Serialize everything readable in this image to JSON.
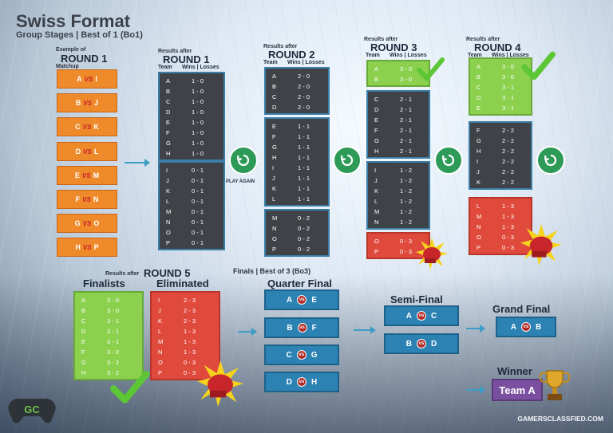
{
  "header": {
    "title": "Swiss Format",
    "subtitle": "Group Stages | Best of 1 (Bo1)"
  },
  "icons": {
    "vs": "vs-badge",
    "play_again": "refresh-arrow-icon",
    "check": "green-checkmark-icon",
    "glove": "boxing-glove-icon",
    "trophy": "trophy-icon",
    "logo": "gamepad-logo-icon"
  },
  "colors": {
    "match": "#ef8a2b",
    "panel": "#3f4348",
    "advanced": "#8bd14e",
    "eliminated": "#e04a3c",
    "finals": "#2b82b3",
    "winner": "#7a4fa0",
    "arrow": "#3d9cc4",
    "again": "#2e9a57"
  },
  "round1_example": {
    "caption": "Example of",
    "title": "ROUND 1",
    "label": "Matchup",
    "vs_text": "VS",
    "matches": [
      {
        "a": "A",
        "b": "I"
      },
      {
        "a": "B",
        "b": "J"
      },
      {
        "a": "C",
        "b": "K"
      },
      {
        "a": "D",
        "b": "L"
      },
      {
        "a": "E",
        "b": "M"
      },
      {
        "a": "F",
        "b": "N"
      },
      {
        "a": "G",
        "b": "O"
      },
      {
        "a": "H",
        "b": "P"
      }
    ]
  },
  "common": {
    "results_after": "Results after",
    "team": "Team",
    "wins_losses": "Wins | Losses",
    "play_again": "PLAY AGAIN"
  },
  "round1": {
    "title": "ROUND 1",
    "groups": [
      {
        "rows": [
          [
            "A",
            "1 - 0"
          ],
          [
            "B",
            "1 - 0"
          ],
          [
            "C",
            "1 - 0"
          ],
          [
            "D",
            "1 - 0"
          ],
          [
            "E",
            "1 - 0"
          ],
          [
            "F",
            "1 - 0"
          ],
          [
            "G",
            "1 - 0"
          ],
          [
            "H",
            "1 - 0"
          ]
        ]
      },
      {
        "rows": [
          [
            "I",
            "0 - 1"
          ],
          [
            "J",
            "0 - 1"
          ],
          [
            "K",
            "0 - 1"
          ],
          [
            "L",
            "0 - 1"
          ],
          [
            "M",
            "0 - 1"
          ],
          [
            "N",
            "0 - 1"
          ],
          [
            "O",
            "0 - 1"
          ],
          [
            "P",
            "0 - 1"
          ]
        ]
      }
    ]
  },
  "round2": {
    "title": "ROUND 2",
    "groups": [
      {
        "rows": [
          [
            "A",
            "2 - 0"
          ],
          [
            "B",
            "2 - 0"
          ],
          [
            "C",
            "2 - 0"
          ],
          [
            "D",
            "2 - 0"
          ]
        ]
      },
      {
        "rows": [
          [
            "E",
            "1 - 1"
          ],
          [
            "F",
            "1 - 1"
          ],
          [
            "G",
            "1 - 1"
          ],
          [
            "H",
            "1 - 1"
          ],
          [
            "I",
            "1 - 1"
          ],
          [
            "J",
            "1 - 1"
          ],
          [
            "K",
            "1 - 1"
          ],
          [
            "L",
            "1 - 1"
          ]
        ]
      },
      {
        "rows": [
          [
            "M",
            "0 - 2"
          ],
          [
            "N",
            "0 - 2"
          ],
          [
            "O",
            "0 - 2"
          ],
          [
            "P",
            "0 - 2"
          ]
        ]
      }
    ]
  },
  "round3": {
    "title": "ROUND 3",
    "groups": [
      {
        "status": "advanced",
        "rows": [
          [
            "A",
            "3 - 0"
          ],
          [
            "B",
            "3 - 0"
          ]
        ]
      },
      {
        "rows": [
          [
            "C",
            "2 - 1"
          ],
          [
            "D",
            "2 - 1"
          ],
          [
            "E",
            "2 - 1"
          ],
          [
            "F",
            "2 - 1"
          ],
          [
            "G",
            "2 - 1"
          ],
          [
            "H",
            "2 - 1"
          ]
        ]
      },
      {
        "rows": [
          [
            "I",
            "1 - 2"
          ],
          [
            "J",
            "1 - 2"
          ],
          [
            "K",
            "1 - 2"
          ],
          [
            "L",
            "1 - 2"
          ],
          [
            "M",
            "1 - 2"
          ],
          [
            "N",
            "1 - 2"
          ]
        ]
      },
      {
        "status": "eliminated",
        "rows": [
          [
            "O",
            "0 - 3"
          ],
          [
            "P",
            "0 - 3"
          ]
        ]
      }
    ]
  },
  "round4": {
    "title": "ROUND 4",
    "groups": [
      {
        "status": "advanced",
        "rows": [
          [
            "A",
            "3 - 0"
          ],
          [
            "B",
            "3 - 0"
          ],
          [
            "C",
            "3 - 1"
          ],
          [
            "D",
            "3 - 1"
          ],
          [
            "E",
            "3 - 1"
          ]
        ]
      },
      {
        "rows": [
          [
            "F",
            "2 - 2"
          ],
          [
            "G",
            "2 - 2"
          ],
          [
            "H",
            "2 - 2"
          ],
          [
            "I",
            "2 - 2"
          ],
          [
            "J",
            "2 - 2"
          ],
          [
            "K",
            "2 - 2"
          ]
        ]
      },
      {
        "status": "eliminated",
        "rows": [
          [
            "L",
            "1 - 3"
          ],
          [
            "M",
            "1 - 3"
          ],
          [
            "N",
            "1 - 3"
          ],
          [
            "O",
            "0 - 3"
          ],
          [
            "P",
            "0 - 3"
          ]
        ]
      }
    ]
  },
  "round5": {
    "title": "ROUND 5",
    "finalists": {
      "title": "Finalists",
      "rows": [
        [
          "A",
          "3 - 0"
        ],
        [
          "B",
          "3 - 0"
        ],
        [
          "C",
          "3 - 1"
        ],
        [
          "D",
          "3 - 1"
        ],
        [
          "E",
          "3 - 1"
        ],
        [
          "F",
          "3 - 2"
        ],
        [
          "G",
          "3 - 2"
        ],
        [
          "H",
          "3 - 2"
        ]
      ]
    },
    "eliminated": {
      "title": "Eliminated",
      "rows": [
        [
          "I",
          "2 - 3"
        ],
        [
          "J",
          "2 - 3"
        ],
        [
          "K",
          "2 - 3"
        ],
        [
          "L",
          "1 - 3"
        ],
        [
          "M",
          "1 - 3"
        ],
        [
          "N",
          "1 - 3"
        ],
        [
          "O",
          "0 - 3"
        ],
        [
          "P",
          "0 - 3"
        ]
      ]
    }
  },
  "finals": {
    "header": "Finals | Best of 3 (Bo3)",
    "quarter": {
      "title": "Quarter Final",
      "matches": [
        {
          "a": "A",
          "b": "E"
        },
        {
          "a": "B",
          "b": "F"
        },
        {
          "a": "C",
          "b": "G"
        },
        {
          "a": "D",
          "b": "H"
        }
      ]
    },
    "semi": {
      "title": "Semi-Final",
      "matches": [
        {
          "a": "A",
          "b": "C"
        },
        {
          "a": "B",
          "b": "D"
        }
      ]
    },
    "grand": {
      "title": "Grand Final",
      "match": {
        "a": "A",
        "b": "B"
      }
    },
    "winner": {
      "title": "Winner",
      "team": "Team A"
    }
  },
  "footer": {
    "website": "GAMERSCLASSFIED.COM"
  }
}
